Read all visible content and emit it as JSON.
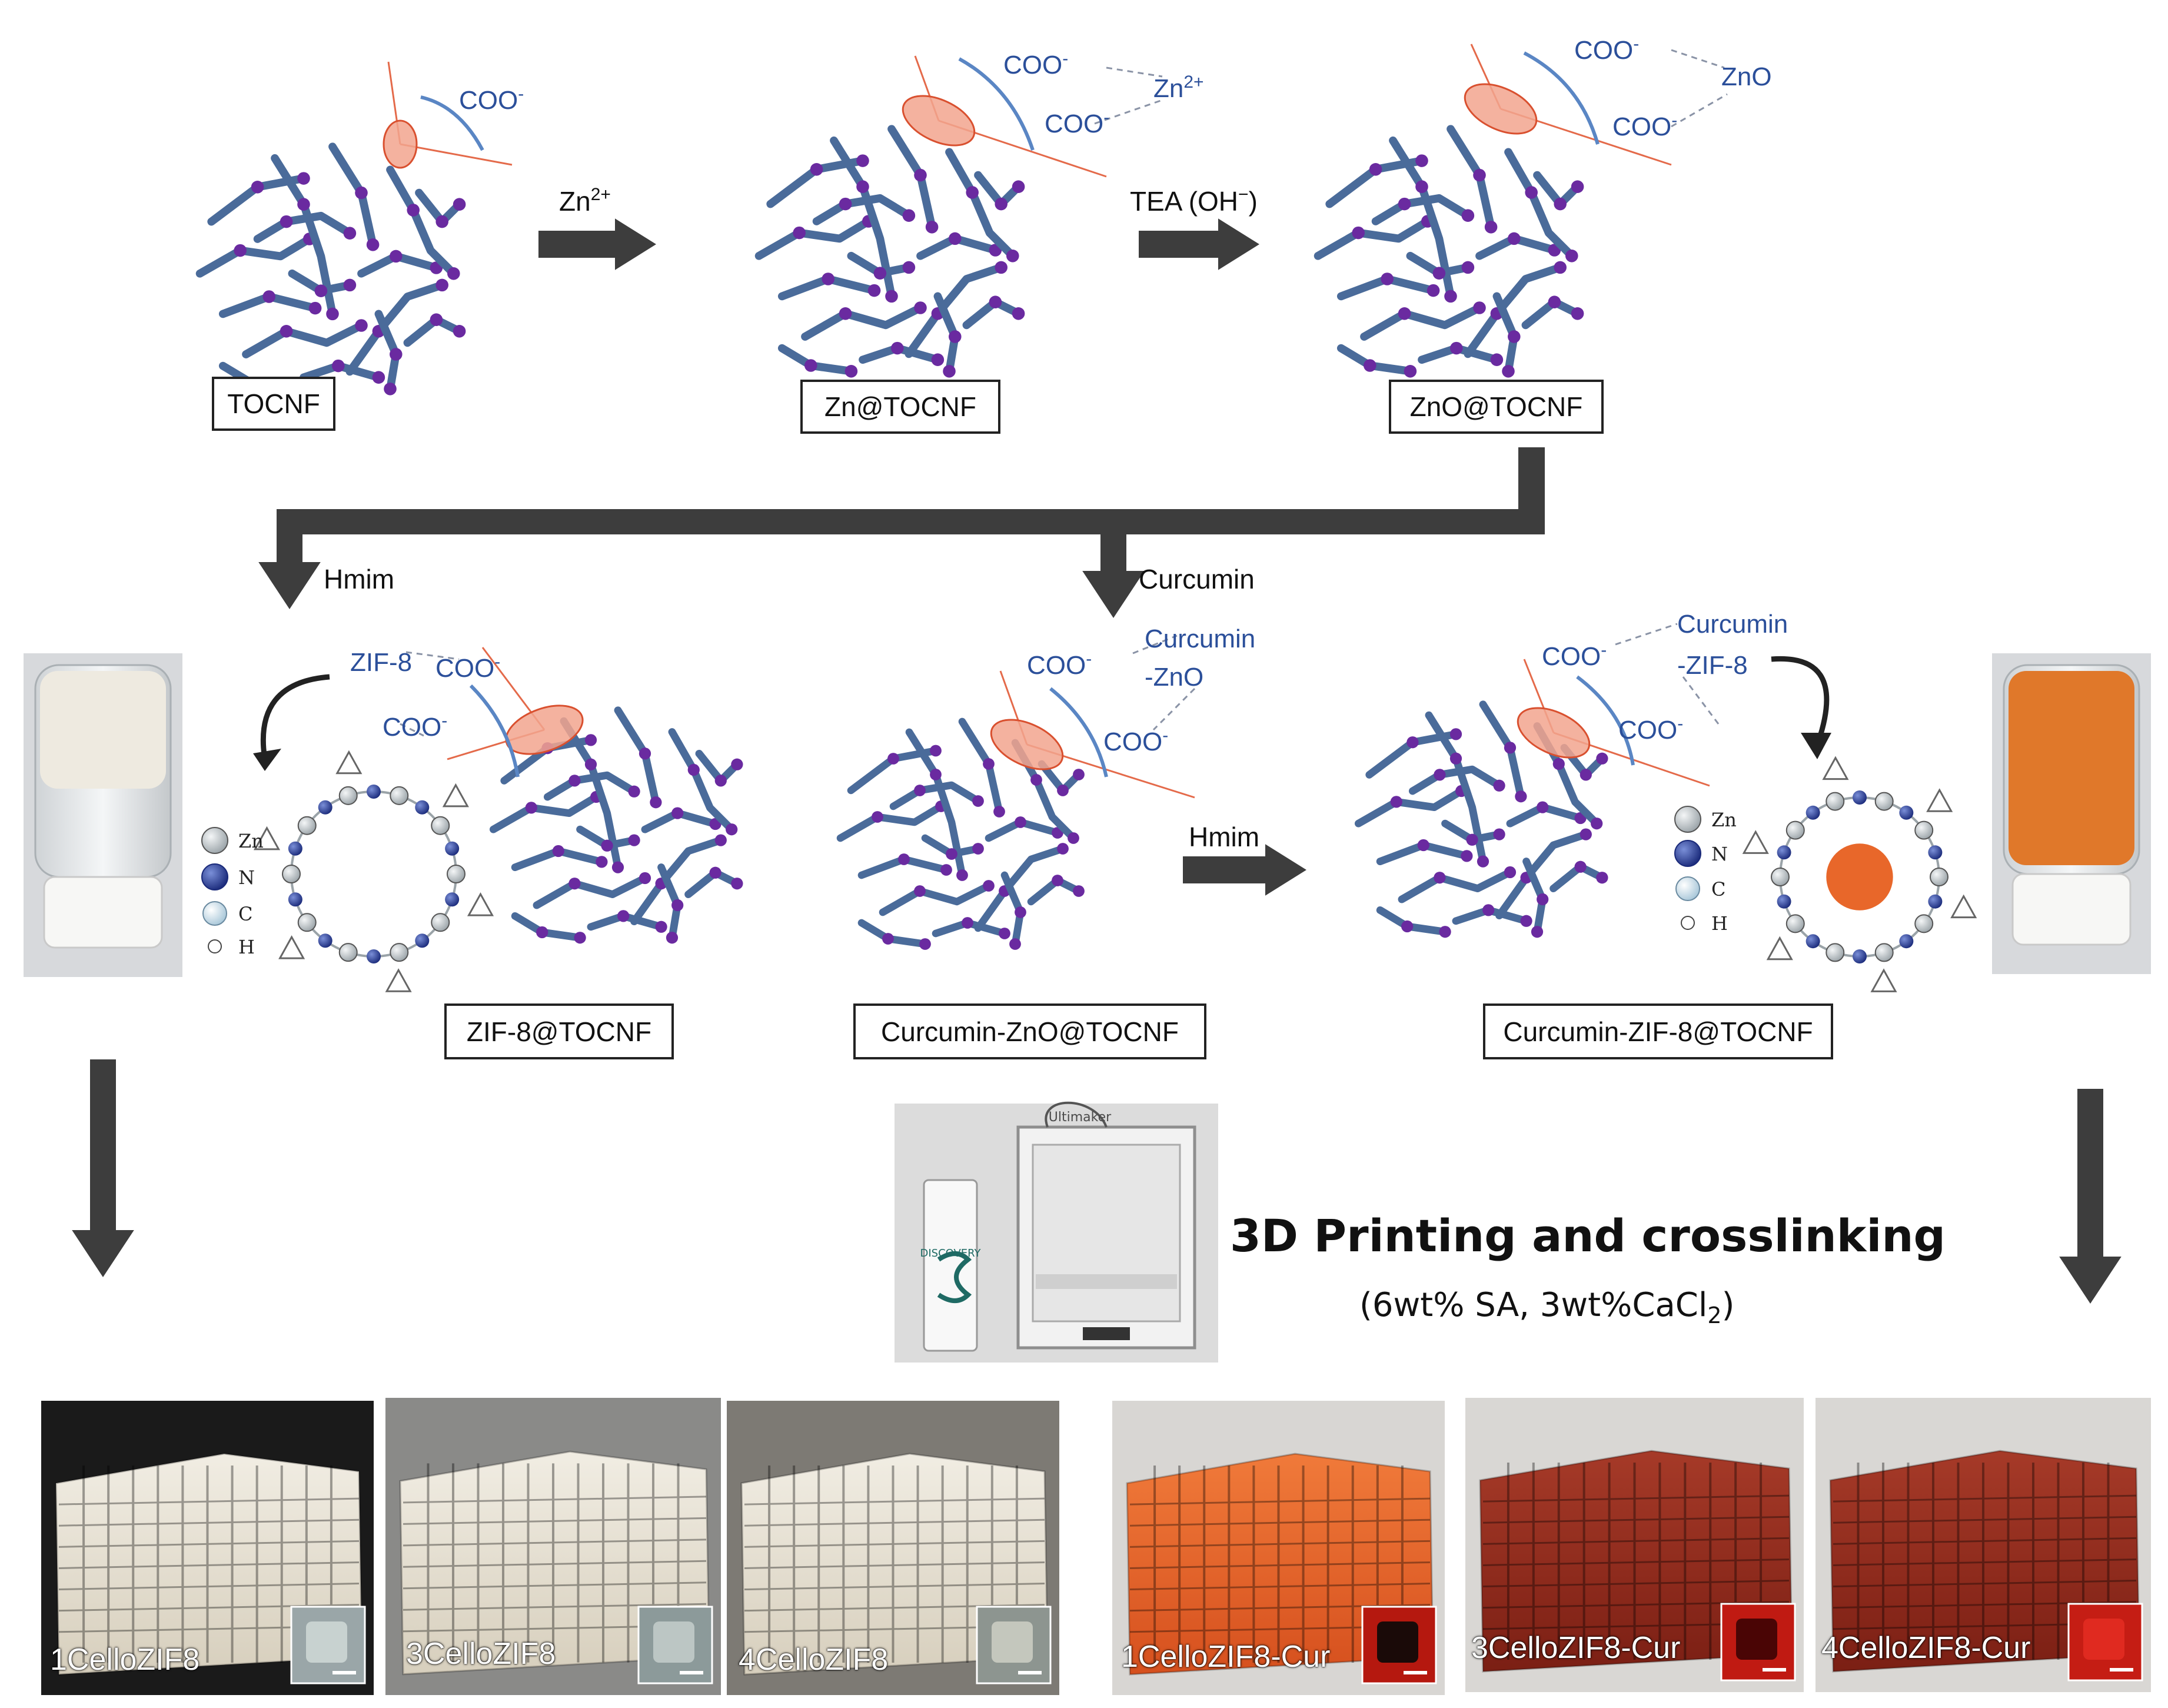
{
  "colors": {
    "fiber": "#4a6b9a",
    "node": "#6a2aa0",
    "accent_blue": "#2b4f9a",
    "highlight": "#f2a58e",
    "arrow": "#3d3d3d",
    "curcumin_orange": "#e8672a"
  },
  "row1": {
    "states": [
      "TOCNF",
      "Zn@TOCNF",
      "ZnO@TOCNF"
    ],
    "reagents": {
      "zn": {
        "base": "Zn",
        "sup": "2+"
      },
      "tea": {
        "base": "TEA (OH",
        "sup": "−",
        "tail": ")"
      }
    },
    "coo_label": "COO",
    "coo_sup": "-",
    "zn_ion": {
      "base": "Zn",
      "sup": "2+"
    },
    "zno": "ZnO"
  },
  "branch": {
    "hmim_left": "Hmim",
    "curcumin": "Curcumin"
  },
  "row2": {
    "states": [
      "ZIF-8@TOCNF",
      "Curcumin-ZnO@TOCNF",
      "Curcumin-ZIF-8@TOCNF"
    ],
    "zif8_tag": "ZIF-8",
    "curcumin_zno_tag": [
      "Curcumin",
      "-ZnO"
    ],
    "curcumin_zif8_tag": [
      "Curcumin",
      "-ZIF-8"
    ],
    "hmim_mid": "Hmim",
    "legend": [
      "Zn",
      "N",
      "C",
      "H"
    ]
  },
  "printing": {
    "heading": "3D Printing and crosslinking",
    "conditions": {
      "base": "(6wt% SA, 3wt%CaCl",
      "sub": "2",
      "tail": ")"
    },
    "printer_brand": "Ultimaker",
    "bottle_label": "DISCOVERY"
  },
  "samples": [
    "1CelloZIF8",
    "3CelloZIF8",
    "4CelloZIF8",
    "1CelloZIF8-Cur",
    "3CelloZIF8-Cur",
    "4CelloZIF8-Cur"
  ]
}
